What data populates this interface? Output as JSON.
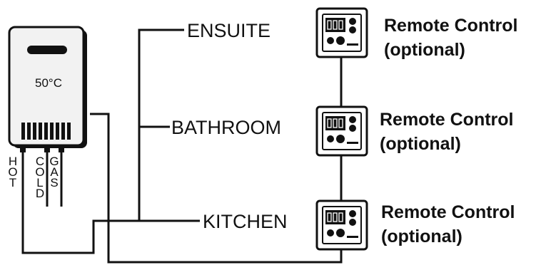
{
  "heater": {
    "temperature": "50°C",
    "pipe_labels": {
      "hot": "HOT",
      "cold": "COLD",
      "gas": "GAS"
    }
  },
  "rooms": [
    {
      "id": "ensuite",
      "label": "ENSUITE"
    },
    {
      "id": "bathroom",
      "label": "BATHROOM"
    },
    {
      "id": "kitchen",
      "label": "KITCHEN"
    }
  ],
  "remotes": [
    {
      "line1": "Remote Control",
      "line2": "(optional)"
    },
    {
      "line1": "Remote Control",
      "line2": "(optional)"
    },
    {
      "line1": "Remote Control",
      "line2": "(optional)"
    }
  ],
  "colors": {
    "ink": "#111111",
    "panel": "#ffffff",
    "heater_face": "#f2f2f2"
  }
}
